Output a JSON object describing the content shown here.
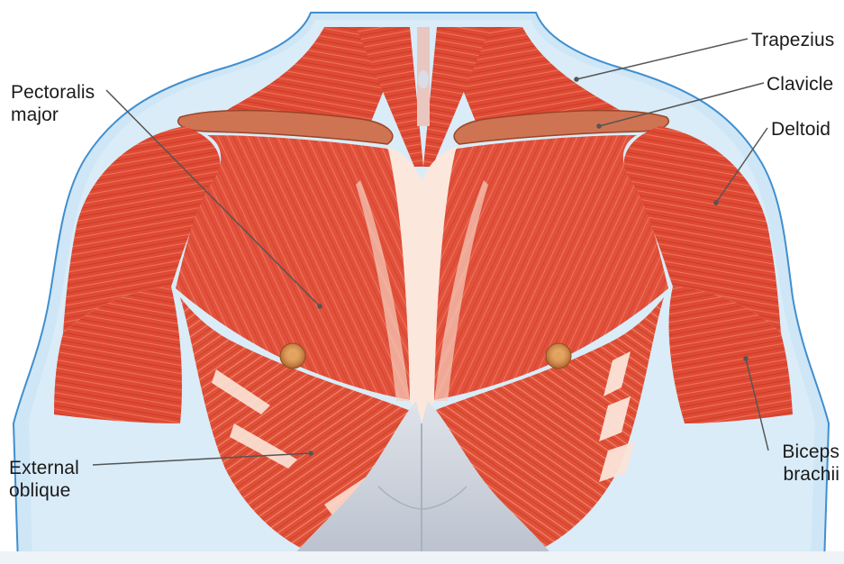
{
  "figure": {
    "subject": "Muscles of the chest, shoulders and upper arms (anterior view)",
    "colors": {
      "skin_outline": "#c8e4f6",
      "skin_edge": "#3f8fcf",
      "muscle": "#e2513c",
      "muscle_dark": "#b9321f",
      "muscle_light": "#f08a6f",
      "tendon": "#fbe4d8",
      "clavicle": "#c86d4b",
      "abdomen": "#c6ccd6",
      "nipple": "#c98a4a",
      "leader_line": "#555555"
    }
  },
  "labels": {
    "trapezius": "Trapezius",
    "clavicle": "Clavicle",
    "deltoid": "Deltoid",
    "pectoralis_1": "Pectoralis",
    "pectoralis_2": "major",
    "external_oblique_1": "External",
    "external_oblique_2": "oblique",
    "biceps_1": "Biceps",
    "biceps_2": "brachii"
  }
}
